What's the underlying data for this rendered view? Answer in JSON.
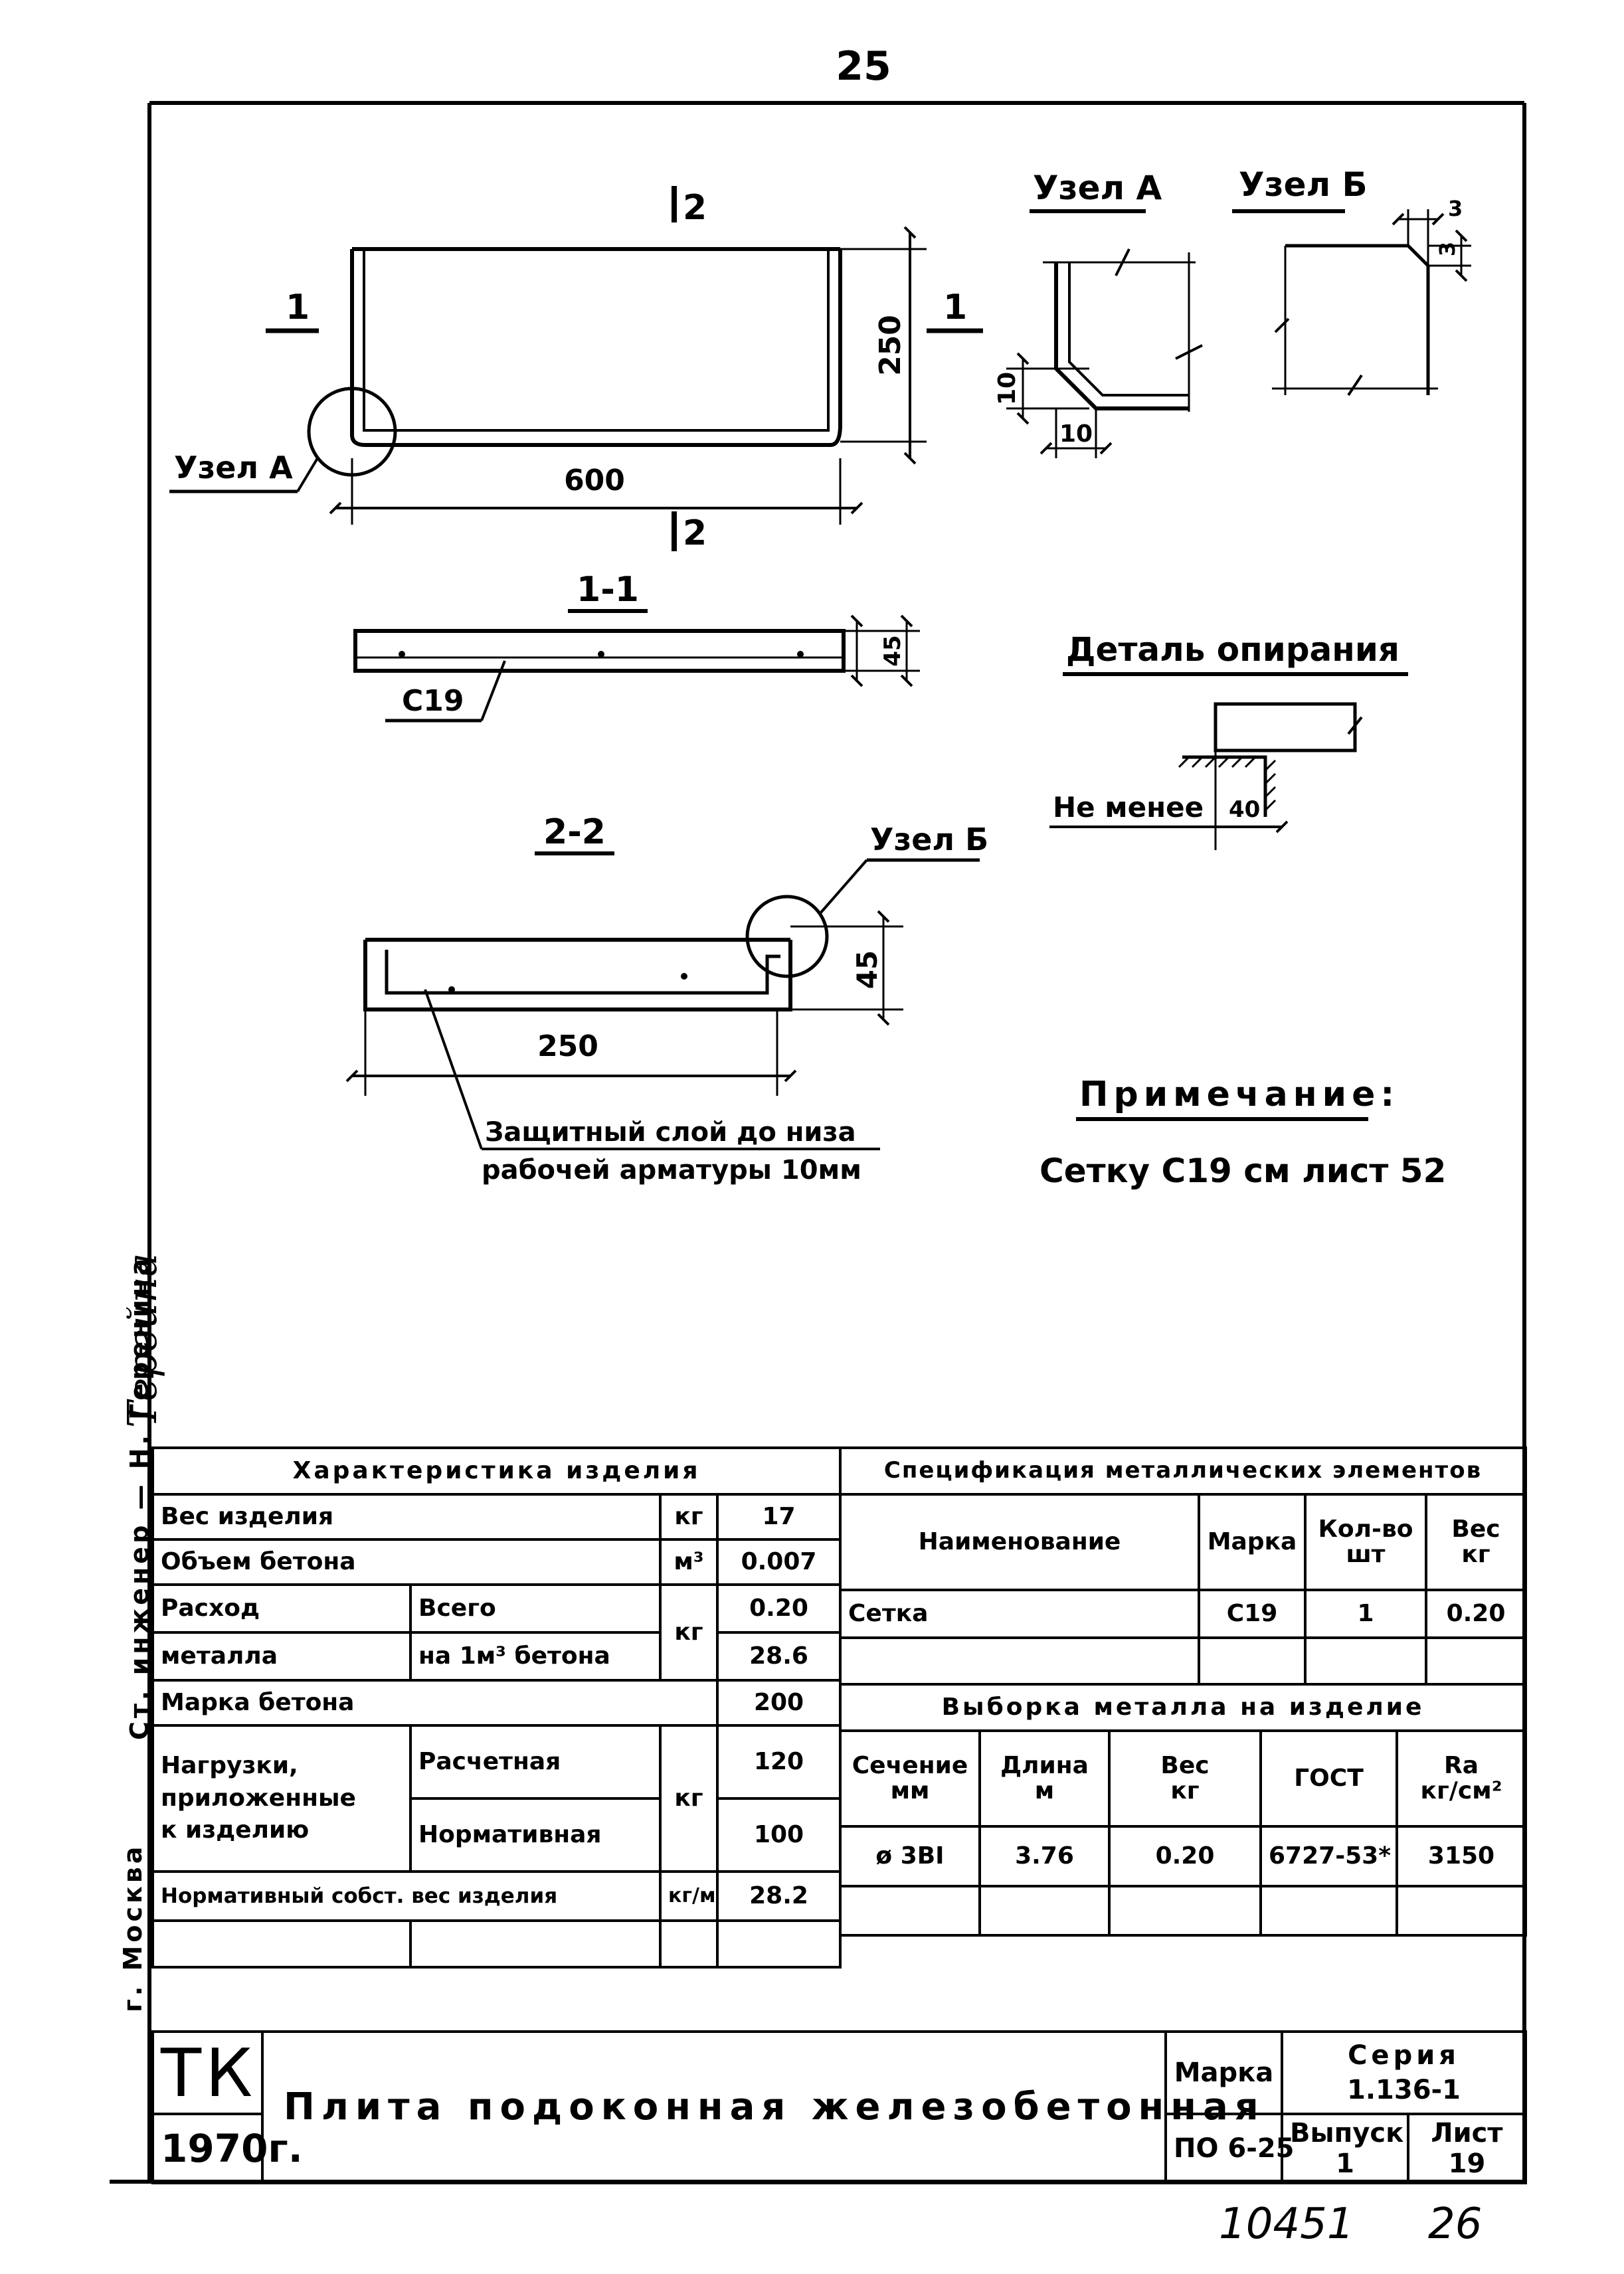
{
  "page_number": "25",
  "drawing": {
    "plan": {
      "section_mark_top": "2",
      "section_mark_bottom": "2",
      "section_mark_left": "1",
      "section_mark_right": "1",
      "node_a_label": "Узел А",
      "dim_length": "600",
      "dim_width": "250"
    },
    "node_a": {
      "title": "Узел А",
      "dim_1": "10",
      "dim_2": "10"
    },
    "node_b": {
      "title": "Узел Б",
      "dim_1": "3",
      "dim_2": "3"
    },
    "section_1": {
      "title": "1-1",
      "dim_thickness": "45",
      "mesh_label": "С19"
    },
    "section_2": {
      "title": "2-2",
      "node_b_label": "Узел Б",
      "dim_height": "45",
      "dim_width": "250"
    },
    "protective_note_line1": "Защитный слой до низа",
    "protective_note_line2": "рабочей арматуры 10мм",
    "support_detail": {
      "title": "Деталь опирания",
      "label": "Не менее",
      "dim": "40"
    },
    "note": {
      "title": "Примечание:",
      "text": "Сетку С19 см лист 52"
    }
  },
  "margin": {
    "names": "Ст. инженер — Н. Геренина",
    "signature": "Терейна",
    "city": "г. Москва"
  },
  "characteristics": {
    "title": "Характеристика изделия",
    "rows": {
      "weight": {
        "label": "Вес изделия",
        "unit": "кг",
        "value": "17"
      },
      "volume": {
        "label": "Объем бетона",
        "unit": "м³",
        "value": "0.007"
      },
      "metal_label_1": "Расход",
      "metal_label_2": "металла",
      "metal_total": {
        "label": "Всего",
        "value": "0.20"
      },
      "metal_per_m3": {
        "label": "на 1м³ бетона",
        "value": "28.6"
      },
      "metal_unit": "кг",
      "concrete_grade": {
        "label": "Марка бетона",
        "value": "200"
      },
      "loads_label_1": "Нагрузки,",
      "loads_label_2": "приложенные",
      "loads_label_3": "к изделию",
      "loads_unit": "кг",
      "load_calc": {
        "label": "Расчетная",
        "value": "120"
      },
      "load_norm": {
        "label": "Нормативная",
        "value": "100"
      },
      "self_weight": {
        "label": "Нормативный собст. вес изделия",
        "unit": "кг/м",
        "value": "28.2"
      }
    }
  },
  "specification": {
    "title": "Спецификация металлических элементов",
    "headers": {
      "name": "Наименование",
      "mark": "Марка",
      "qty_1": "Кол-во",
      "qty_2": "шт",
      "weight_1": "Вес",
      "weight_2": "кг"
    },
    "row": {
      "name": "Сетка",
      "mark": "С19",
      "qty": "1",
      "weight": "0.20"
    }
  },
  "metal_selection": {
    "title": "Выборка металла на изделие",
    "headers": {
      "section_1": "Сечение",
      "section_2": "мм",
      "length_1": "Длина",
      "length_2": "м",
      "weight_1": "Вес",
      "weight_2": "кг",
      "gost": "ГОСТ",
      "ra_1": "Ra",
      "ra_2": "кг/см²"
    },
    "row": {
      "section": "ø 3ВI",
      "length": "3.76",
      "weight": "0.20",
      "gost": "6727-53*",
      "ra": "3150"
    }
  },
  "title_block": {
    "tk": "ТК",
    "year": "1970г.",
    "title": "Плита подоконная железобетонная",
    "mark_label": "Марка",
    "mark_value": "ПО 6-25",
    "series_label": "Серия",
    "series_value": "1.136-1",
    "issue_label": "Выпуск",
    "issue_value": "1",
    "sheet_label": "Лист",
    "sheet_value": "19"
  },
  "footer": {
    "archive_number": "10451",
    "page": "26"
  }
}
